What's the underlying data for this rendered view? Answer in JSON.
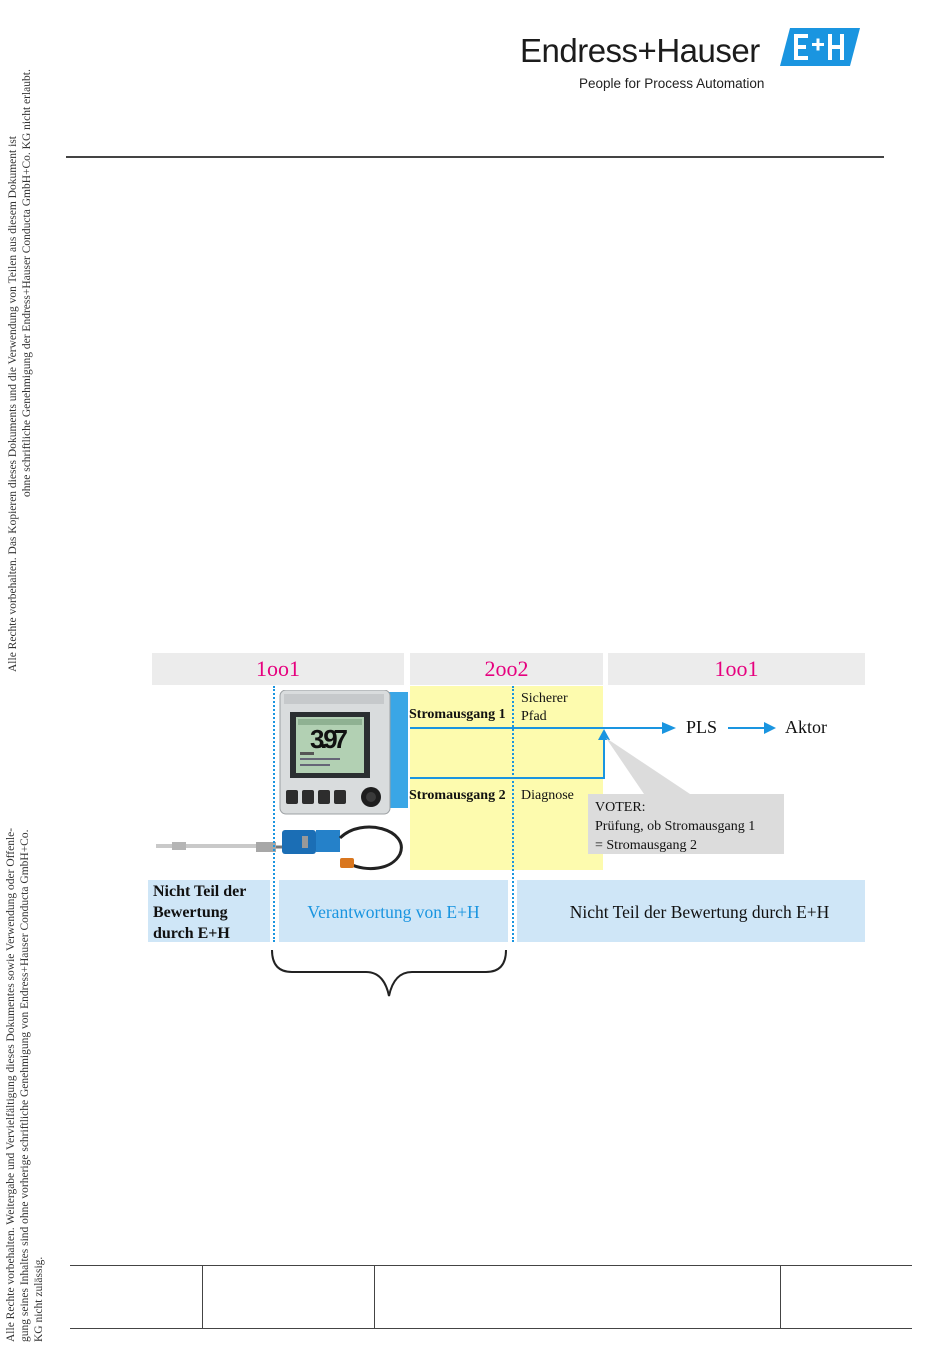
{
  "side_notices": {
    "top_line1": "Alle Rechte vorbehalten. Das Kopieren dieses Dokuments und die Verwendung von Teilen aus diesem Dokument ist",
    "top_line2": "ohne schriftliche Genehmigung der Endress+Hauser Conducta GmbH+Co. KG nicht erlaubt.",
    "bottom_line1": "Alle Rechte vorbehalten. Weitergabe und Vervielfältigung dieses Dokumentes sowie Verwendung oder Offenle-",
    "bottom_line2": "gung seines Inhaltes sind ohne vorherige schriftliche Genehmigung von Endress+Hauser Conducta GmbH+Co.",
    "bottom_line3": "KG nicht zulässig."
  },
  "header": {
    "brand": "Endress+Hauser",
    "tagline": "People for Process Automation",
    "logo_mark": "E+H",
    "logo_color": "#1a95e0"
  },
  "diagram": {
    "sections": [
      "1oo1",
      "2oo2",
      "1oo1"
    ],
    "device_value": "3.97",
    "output1": "Stromausgang 1",
    "output2": "Stromausgang 2",
    "safe_path": [
      "Sicherer",
      "Pfad"
    ],
    "diagnose": "Diagnose",
    "pls": "PLS",
    "aktor": "Aktor",
    "voter": [
      "VOTER:",
      "Prüfung, ob Stromausgang 1",
      "= Stromausgang 2"
    ],
    "left_note": [
      "Nicht Teil der",
      "Bewertung",
      "durch E+H"
    ],
    "responsibility": "Verantwortung von E+H",
    "right_note": "Nicht Teil der Bewertung durch E+H",
    "accent_magenta": "#e6007e",
    "accent_blue": "#1a95e0"
  },
  "footer": {
    "cells": [
      "",
      "",
      "",
      ""
    ]
  }
}
